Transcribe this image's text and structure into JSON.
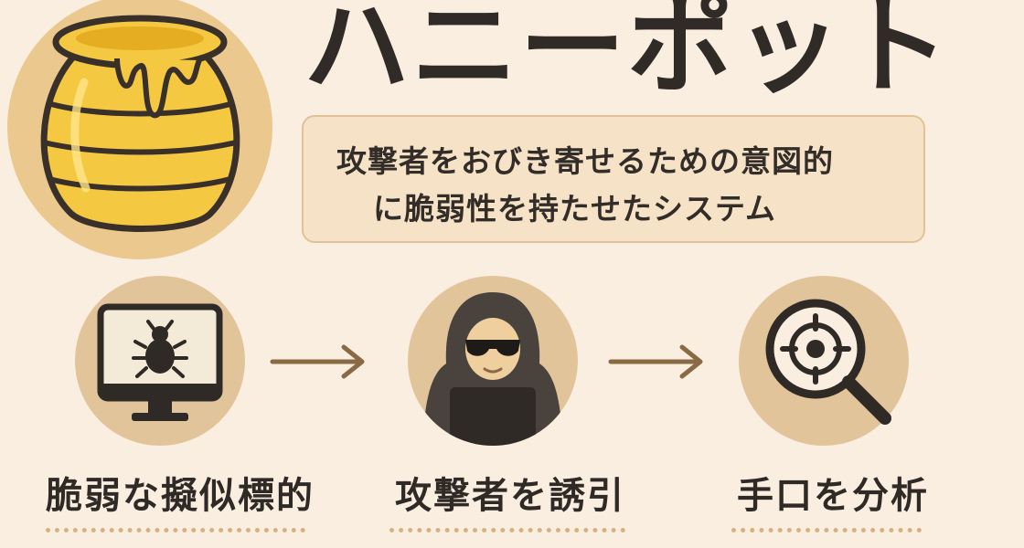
{
  "title": "ハニーポット",
  "definition": {
    "line1": "攻撃者をおびき寄せるための意図的",
    "line2": "に脆弱性を持たせたシステム"
  },
  "steps": [
    {
      "label": "脆弱な擬似標的",
      "icon": "monitor-bug-icon"
    },
    {
      "label": "攻撃者を誘引",
      "icon": "hooded-hacker-icon"
    },
    {
      "label": "手口を分析",
      "icon": "magnifier-target-icon"
    }
  ],
  "colors": {
    "background": "#faeee0",
    "honey": "#f5c842",
    "circle": "#e2c49b",
    "arrow": "#8a6a45",
    "dark": "#302b27"
  }
}
